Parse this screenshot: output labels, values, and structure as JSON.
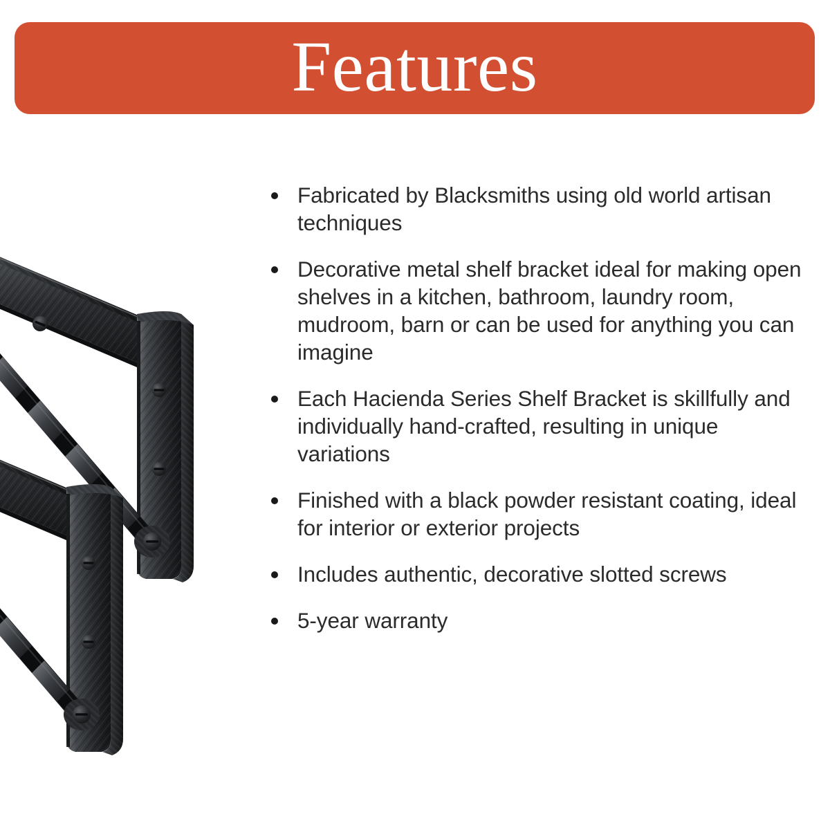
{
  "header": {
    "title": "Features",
    "background_color": "#d24f31",
    "text_color": "#ffffff"
  },
  "page": {
    "background_color": "#ffffff",
    "text_color": "#2b2b2b"
  },
  "product_image": {
    "alt": "Two black hand-forged metal shelf brackets with twisted diagonal braces and slotted screws",
    "metal_color": "#262626",
    "highlight_color": "#6f7276",
    "bracket_count": 2
  },
  "features": {
    "items": [
      {
        "text": "Fabricated by Blacksmiths using old world artisan techniques"
      },
      {
        "text": "Decorative metal shelf bracket ideal for making open shelves in a kitchen, bathroom, laundry room, mudroom, barn or can be used for anything you can imagine"
      },
      {
        "text": "Each Hacienda Series Shelf Bracket is skillfully and individually hand-crafted, resulting in unique variations"
      },
      {
        "text": "Finished with a black powder resistant coating, ideal for interior or exterior projects"
      },
      {
        "text": "Includes authentic, decorative slotted screws"
      },
      {
        "text": "5-year warranty"
      }
    ]
  }
}
